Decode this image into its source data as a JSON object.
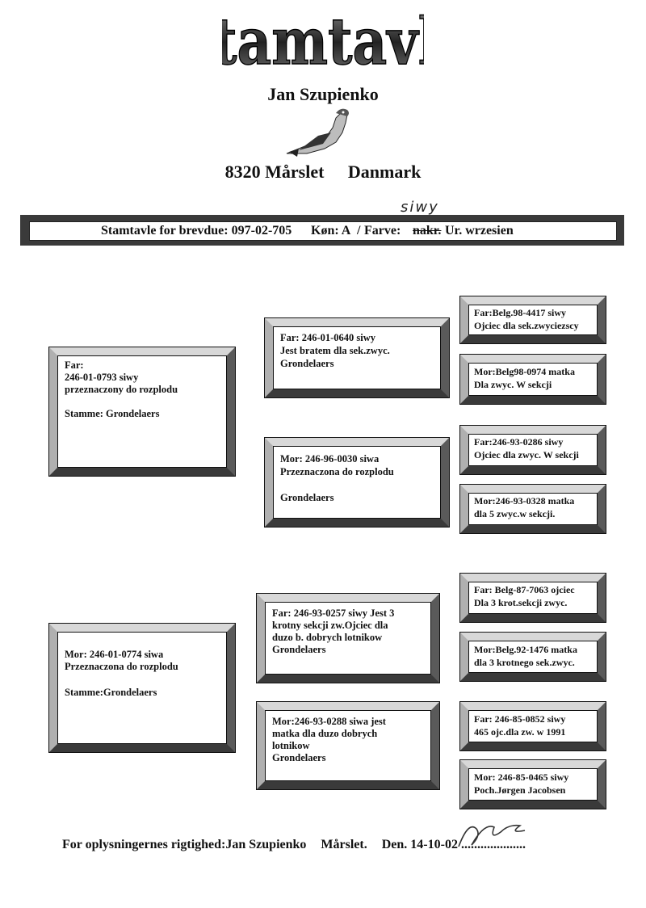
{
  "title": "Stamtavle",
  "owner": "Jan Szupienko",
  "address": {
    "city": "8320 Mårslet",
    "country": "Danmark"
  },
  "header": {
    "label": "Stamtavle for brevdue: 097-02-705",
    "sex_label": "Køn: A",
    "sex_mark": "/",
    "color_label": "Farve:",
    "color_struck": "nakr.",
    "color_rest": "Ur. wrzesien",
    "handwritten_color": "siwy"
  },
  "pedigree": {
    "gen1": [
      {
        "lines": [
          "Far:",
          "246-01-0793  siwy",
          "przeznaczony do rozplodu",
          "",
          "Stamme: Grondelaers"
        ]
      },
      {
        "lines": [
          "Mor: 246-01-0774 siwa",
          "Przeznaczona do rozplodu",
          "",
          "Stamme:Grondelaers"
        ]
      }
    ],
    "gen2": [
      {
        "lines": [
          "Far: 246-01-0640 siwy",
          "Jest bratem dla sek.zwyc.",
          "Grondelaers"
        ]
      },
      {
        "lines": [
          "Mor:  246-96-0030 siwa",
          "Przeznaczona do rozplodu",
          "",
          "Grondelaers"
        ]
      },
      {
        "lines": [
          "Far: 246-93-0257 siwy Jest 3",
          "krotny sekcji zw.Ojciec dla",
          "duzo b. dobrych lotnikow",
          "Grondelaers"
        ]
      },
      {
        "lines": [
          "Mor:246-93-0288  siwa jest",
          "matka dla duzo dobrych",
          "lotnikow",
          "Grondelaers"
        ]
      }
    ],
    "gen3": [
      {
        "lines": [
          "Far:Belg.98-4417 siwy",
          "Ojciec dla sek.zwyciezscy"
        ]
      },
      {
        "lines": [
          "Mor:Belg98-0974 matka",
          "Dla zwyc. W sekcji"
        ]
      },
      {
        "lines": [
          "Far:246-93-0286 siwy",
          "Ojciec dla zwyc. W sekcji"
        ]
      },
      {
        "lines": [
          "Mor:246-93-0328 matka",
          "dla 5 zwyc.w sekcji."
        ]
      },
      {
        "lines": [
          "Far: Belg-87-7063 ojciec",
          "Dla 3 krot.sekcji zwyc."
        ]
      },
      {
        "lines": [
          "Mor:Belg.92-1476 matka",
          "dla 3 krotnego sek.zwyc."
        ]
      },
      {
        "lines": [
          "Far: 246-85-0852 siwy",
          "465 ojc.dla zw. w 1991"
        ]
      },
      {
        "lines": [
          "Mor: 246-85-0465 siwy",
          "Poch.Jørgen  Jacobsen"
        ]
      }
    ]
  },
  "footer": {
    "text": "For oplysningernes rigtighed:Jan Szupienko",
    "place": "Mårslet.",
    "date": "Den. 14-10-02",
    "dots": "...................."
  }
}
